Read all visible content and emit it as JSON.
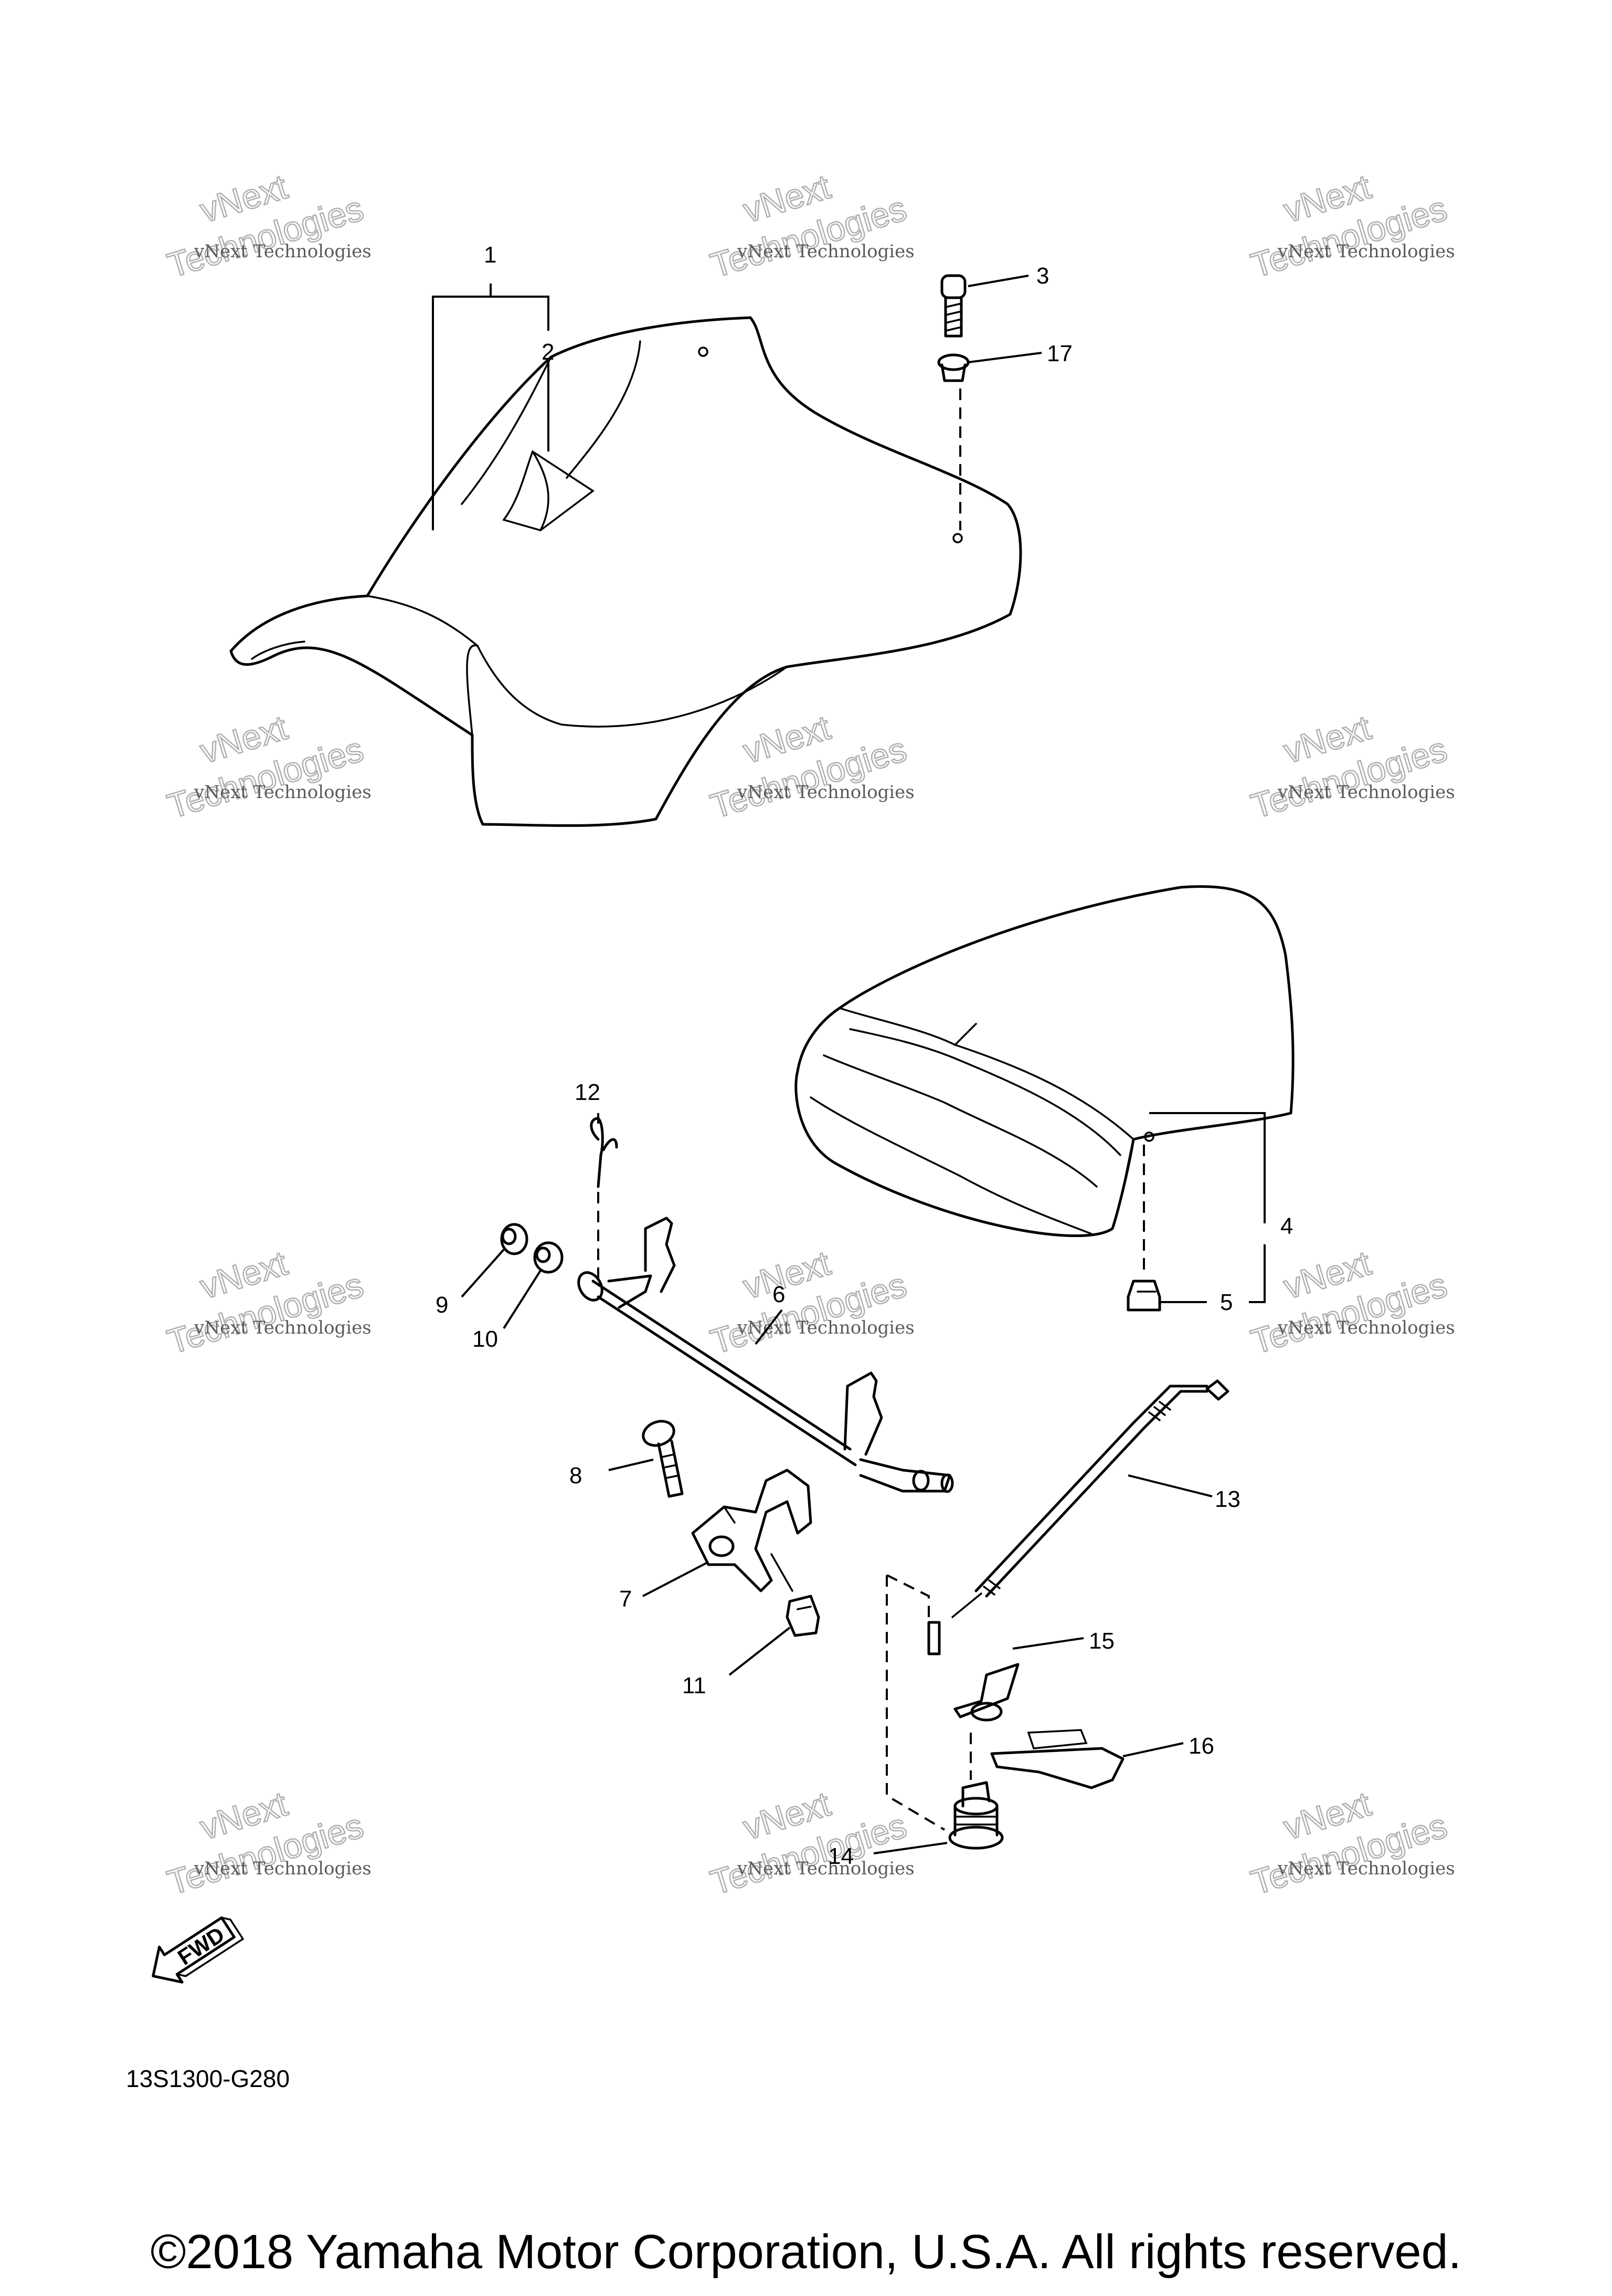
{
  "diagram": {
    "callouts": [
      "1",
      "2",
      "3",
      "4",
      "5",
      "6",
      "7",
      "8",
      "9",
      "10",
      "11",
      "12",
      "13",
      "14",
      "15",
      "16",
      "17"
    ],
    "drawing_number": "13S1300-G280",
    "fwd_label": "FWD",
    "copyright": "©2018 Yamaha Motor Corporation, U.S.A. All rights reserved.",
    "watermark": {
      "line1": "vNext",
      "line2": "Technologies",
      "small": "vNext Technologies"
    }
  }
}
